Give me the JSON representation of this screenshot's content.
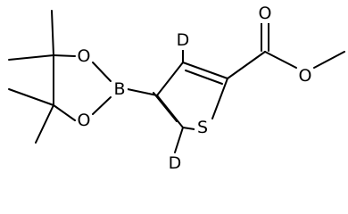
{
  "atoms": {
    "o_carbonyl": "O",
    "o_ester": "O",
    "sulfur": "S",
    "deuterium_upper": "D",
    "deuterium_lower": "D",
    "boron": "B",
    "o_dioxaborolane_upper": "O",
    "o_dioxaborolane_lower": "O"
  },
  "colors": {
    "bond": "#000000",
    "background": "#ffffff"
  }
}
